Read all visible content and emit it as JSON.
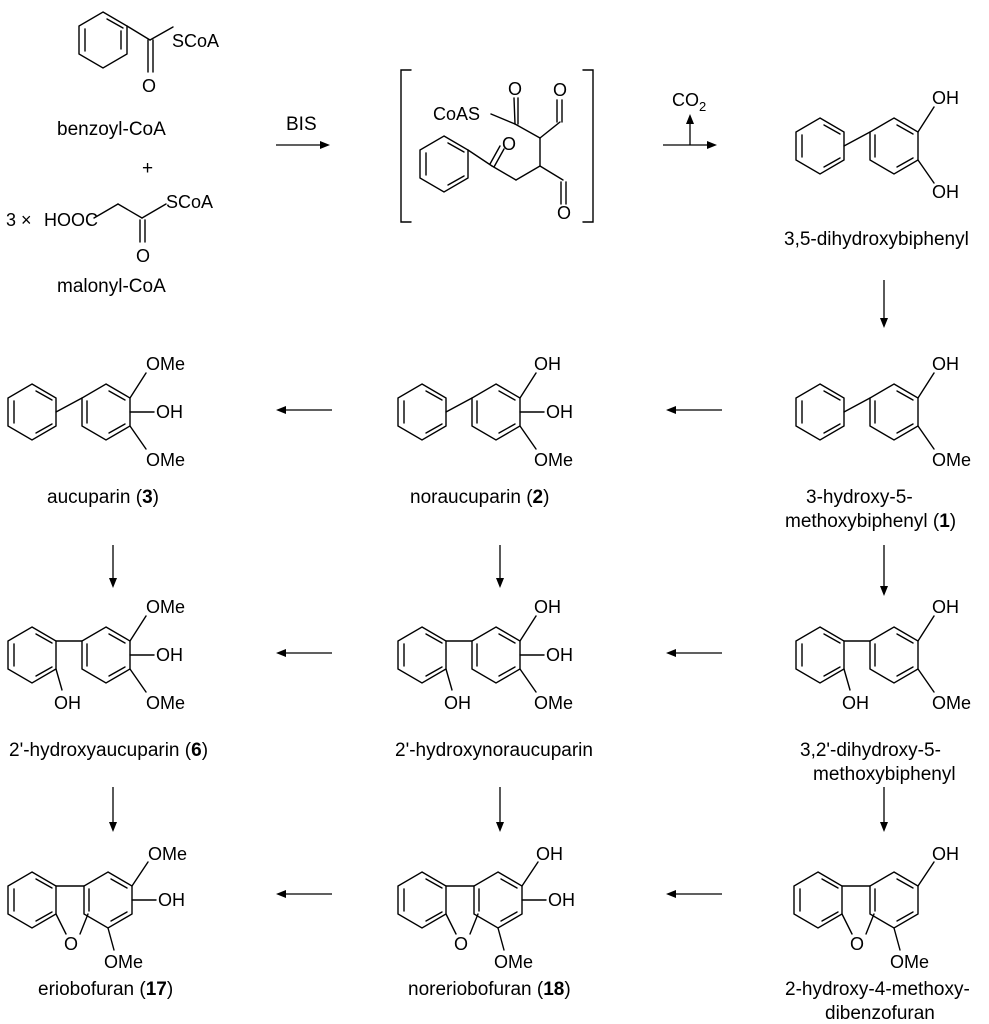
{
  "reagents": {
    "benzoyl_coa": {
      "name": "benzoyl-CoA",
      "scoa": "SCoA",
      "oxygen": "O"
    },
    "plus": "+",
    "multiplier": "3 ×",
    "malonyl_coa": {
      "name": "malonyl-CoA",
      "hooc": "HOOC",
      "scoa": "SCoA",
      "oxygen": "O"
    }
  },
  "enzyme": "BIS",
  "intermediate": {
    "coas": "CoAS",
    "oxygen": "O"
  },
  "co2": {
    "co": "CO",
    "sub": "2"
  },
  "atoms": {
    "oh": "OH",
    "ome": "OMe",
    "o": "O"
  },
  "compounds": {
    "dihydroxybiphenyl": {
      "name": "3,5-dihydroxybiphenyl"
    },
    "c1": {
      "line1": "3-hydroxy-5-",
      "line2_prefix": "methoxybiphenyl (",
      "number": "1",
      "suffix": ")"
    },
    "c2": {
      "prefix": "noraucuparin (",
      "number": "2",
      "suffix": ")"
    },
    "c3": {
      "prefix": "aucuparin (",
      "number": "3",
      "suffix": ")"
    },
    "c_dihydroxy_methoxy": {
      "line1": "3,2'-dihydroxy-5-",
      "line2": "methoxybiphenyl"
    },
    "c_hydroxynoraucuparin": {
      "name": "2'-hydroxynoraucuparin"
    },
    "c6": {
      "prefix": "2'-hydroxyaucuparin (",
      "number": "6",
      "suffix": ")"
    },
    "c_dibenzofuran": {
      "line1": "2-hydroxy-4-methoxy-",
      "line2": "dibenzofuran"
    },
    "c18": {
      "prefix": "noreriobofuran (",
      "number": "18",
      "suffix": ")"
    },
    "c17": {
      "prefix": "eriobofuran (",
      "number": "17",
      "suffix": ")"
    }
  }
}
